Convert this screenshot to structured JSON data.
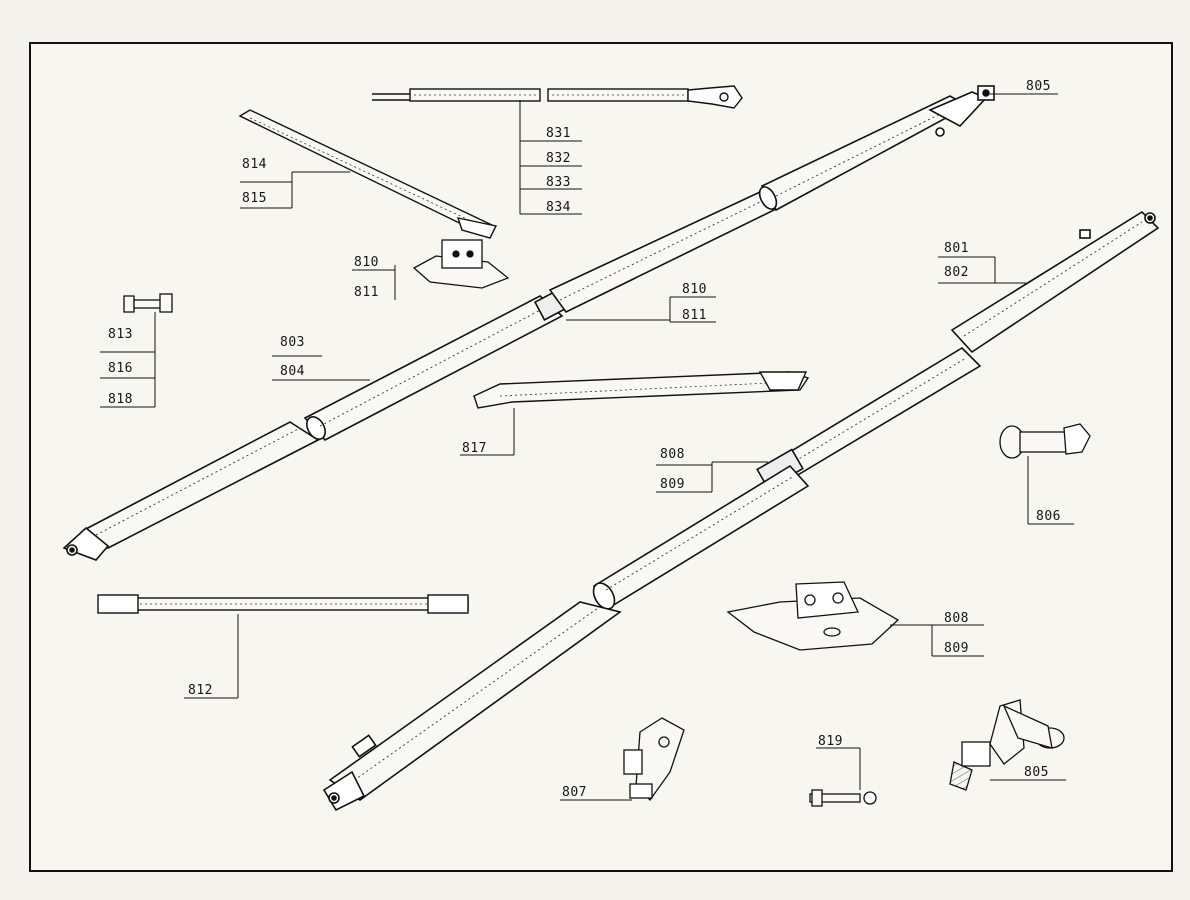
{
  "diagram": {
    "callouts": [
      {
        "id": "c805a",
        "text": "805"
      },
      {
        "id": "c831",
        "text": "831"
      },
      {
        "id": "c832",
        "text": "832"
      },
      {
        "id": "c833",
        "text": "833"
      },
      {
        "id": "c834",
        "text": "834"
      },
      {
        "id": "c814",
        "text": "814"
      },
      {
        "id": "c815",
        "text": "815"
      },
      {
        "id": "c810a",
        "text": "810"
      },
      {
        "id": "c811a",
        "text": "811"
      },
      {
        "id": "c813",
        "text": "813"
      },
      {
        "id": "c816",
        "text": "816"
      },
      {
        "id": "c818",
        "text": "818"
      },
      {
        "id": "c803",
        "text": "803"
      },
      {
        "id": "c804",
        "text": "804"
      },
      {
        "id": "c810b",
        "text": "810"
      },
      {
        "id": "c811b",
        "text": "811"
      },
      {
        "id": "c801",
        "text": "801"
      },
      {
        "id": "c802",
        "text": "802"
      },
      {
        "id": "c817",
        "text": "817"
      },
      {
        "id": "c808a",
        "text": "808"
      },
      {
        "id": "c809a",
        "text": "809"
      },
      {
        "id": "c806",
        "text": "806"
      },
      {
        "id": "c812",
        "text": "812"
      },
      {
        "id": "c808b",
        "text": "808"
      },
      {
        "id": "c809b",
        "text": "809"
      },
      {
        "id": "c819",
        "text": "819"
      },
      {
        "id": "c807",
        "text": "807"
      },
      {
        "id": "c805b",
        "text": "805"
      }
    ]
  }
}
